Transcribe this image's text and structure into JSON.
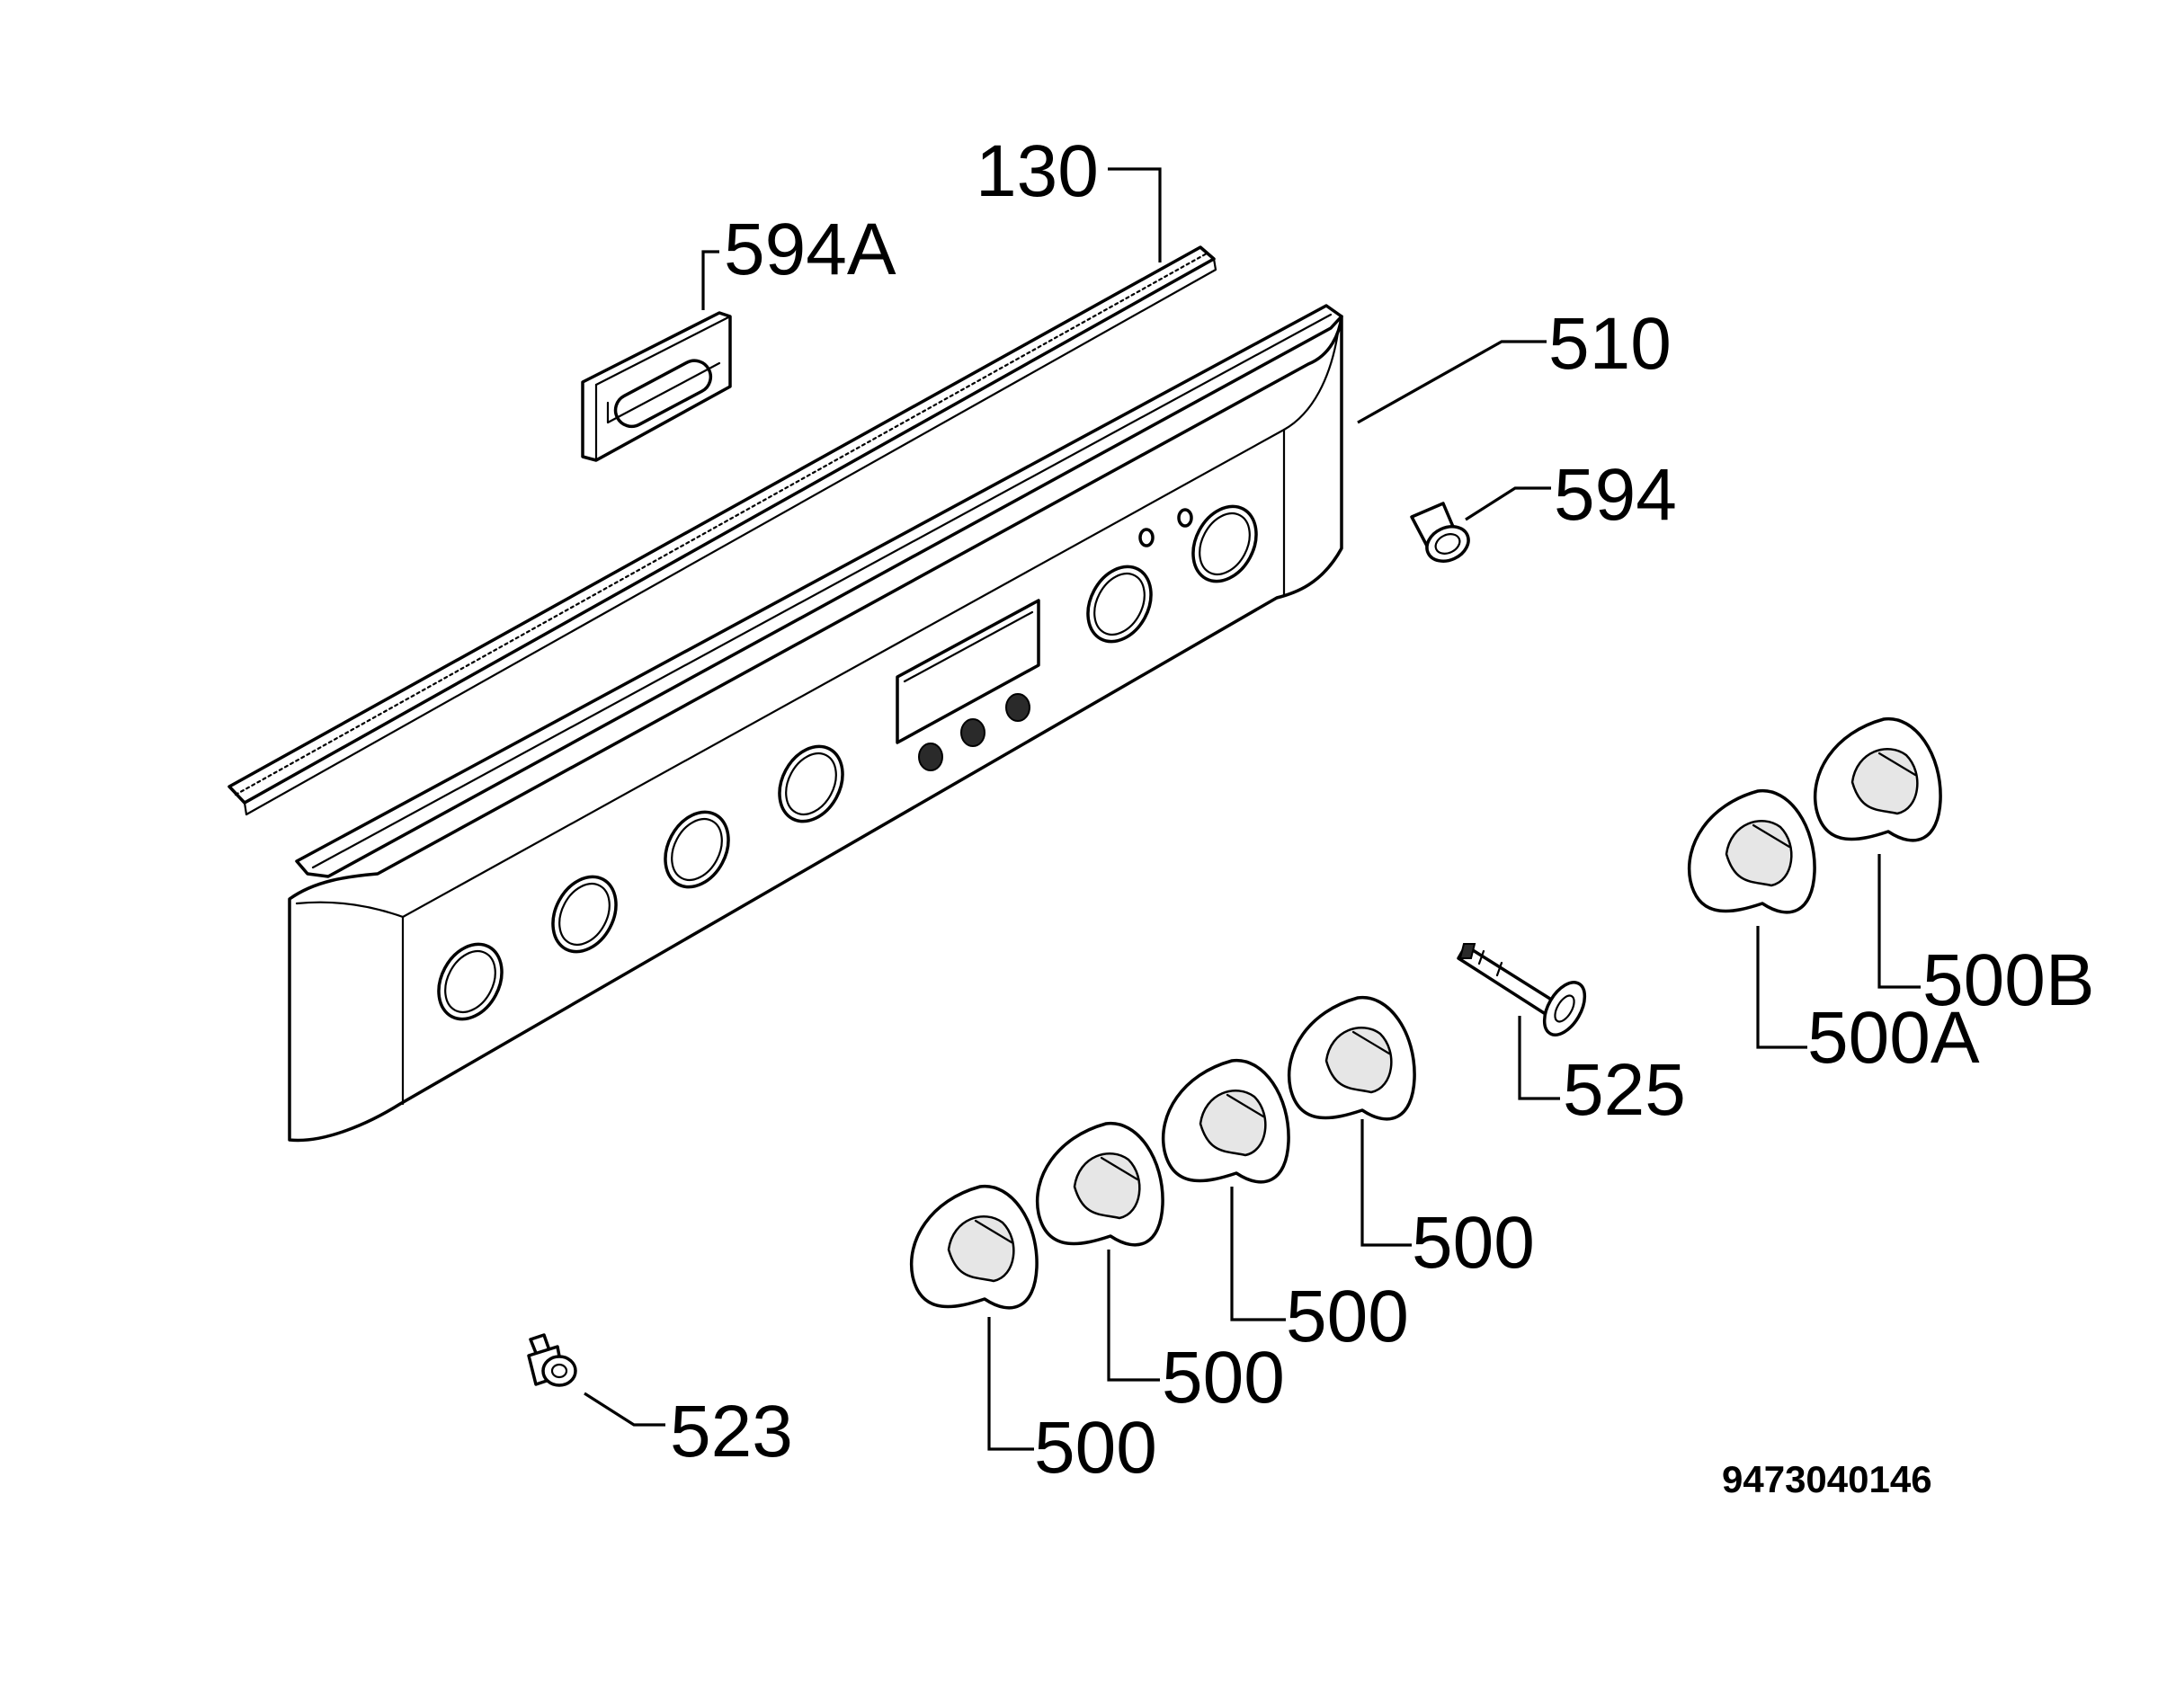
{
  "diagram": {
    "reference_number": "9473040146",
    "callouts": {
      "c130": "130",
      "c594a": "594A",
      "c510": "510",
      "c594": "594",
      "c525": "525",
      "c500b": "500B",
      "c500a": "500A",
      "c500_1": "500",
      "c500_2": "500",
      "c500_3": "500",
      "c500_4": "500",
      "c523": "523"
    },
    "colors": {
      "line": "#000000",
      "background": "#ffffff"
    }
  }
}
